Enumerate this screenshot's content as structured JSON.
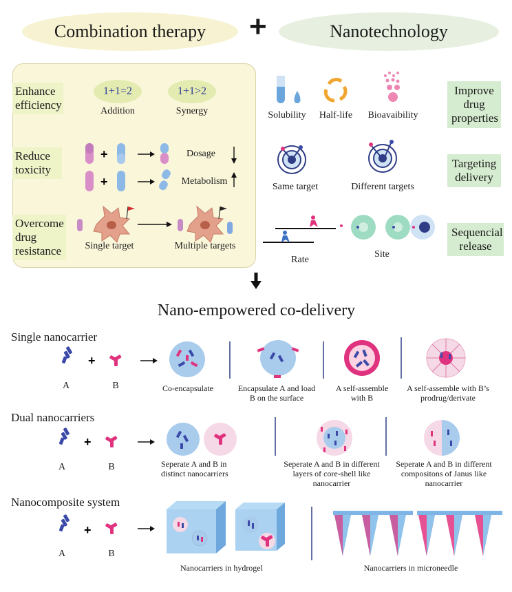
{
  "header": {
    "left": "Combination therapy",
    "plus": "+",
    "right": "Nanotechnology"
  },
  "combo": {
    "rows": [
      {
        "label": "Enhance efficiency"
      },
      {
        "label": "Reduce toxicity"
      },
      {
        "label": "Overcome drug resistance"
      }
    ],
    "addition_eq": "1+1=2",
    "addition_label": "Addition",
    "synergy_eq": "1+1>2",
    "synergy_label": "Synergy",
    "dosage_label": "Dosage",
    "metabolism_label": "Metabolism",
    "single_target": "Single target",
    "multiple_targets": "Multiple targets"
  },
  "nano": {
    "solubility": "Solubility",
    "half_life": "Half-life",
    "bioavailability": "Bioavaibility",
    "improve": "Improve drug properties",
    "same_target": "Same target",
    "different_targets": "Different targets",
    "targeting": "Targeting delivery",
    "rate": "Rate",
    "site": "Site",
    "sequencial": "Sequencial release"
  },
  "codelivery": {
    "title": "Nano-empowered co-delivery",
    "single": {
      "heading": "Single nanocarrier",
      "a": "A",
      "b": "B",
      "items": [
        "Co-encapsulate",
        "Encapsulate A and load B on the surface",
        "A self-assemble with B",
        "A self-assemble with B’s prodrug/derivate"
      ]
    },
    "dual": {
      "heading": "Dual nanocarriers",
      "a": "A",
      "b": "B",
      "items": [
        "Seperate A and B in distinct nanocarriers",
        "Seperate A and B in different layers of core-shell like nanocarrier",
        "Seperate A and B in different compositons of Janus like nanocarrier"
      ]
    },
    "composite": {
      "heading": "Nanocomposite system",
      "a": "A",
      "b": "B",
      "items": [
        "Nanocarriers in hydrogel",
        "Nanocarriers in microneedle"
      ]
    }
  },
  "colors": {
    "drug_a": "#3b4aa8",
    "drug_b": "#e0337f",
    "panel_yellow": "#f8f5d6",
    "panel_green": "#e9f1e4",
    "label_yellow": "#eef3c8",
    "label_green": "#d6ecd0",
    "bottom_panel": "#f6eeb9"
  }
}
